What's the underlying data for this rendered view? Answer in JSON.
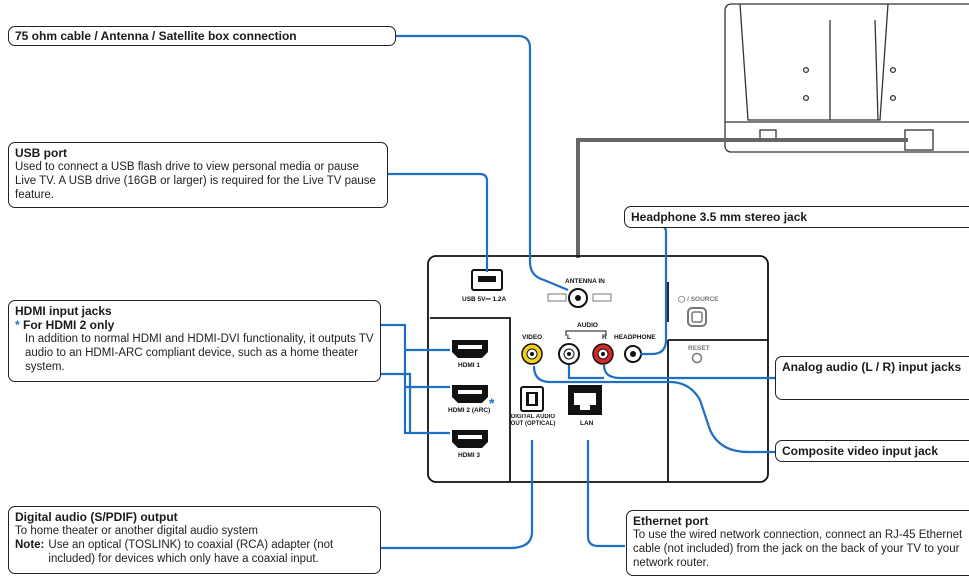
{
  "callouts": {
    "antenna": {
      "title": "75 ohm cable / Antenna / Satellite box connection"
    },
    "usb": {
      "title": "USB port",
      "body": "Used to connect a USB flash drive to view personal media or pause Live TV.  A USB drive (16GB or larger) is required for the Live TV pause feature."
    },
    "hdmi": {
      "title": "HDMI input jacks",
      "star": "*",
      "subtitle": "For HDMI 2 only",
      "body": "In addition to normal HDMI and HDMI-DVI functionality, it outputs TV audio to an HDMI-ARC compliant device, such as a home theater system."
    },
    "headphone": {
      "title": "Headphone 3.5 mm stereo jack"
    },
    "analog": {
      "title": "Analog audio (L / R) input jacks"
    },
    "composite": {
      "title": "Composite video input jack"
    },
    "digital": {
      "title": "Digital audio (S/PDIF) output",
      "body": "To home theater or another digital audio system",
      "note_label": "Note:",
      "note": "Use an optical (TOSLINK) to coaxial (RCA) adapter (not included) for devices which only have a coaxial input."
    },
    "ethernet": {
      "title": "Ethernet port",
      "body": "To use the wired network connection, connect an RJ-45 Ethernet cable (not included) from the jack on the back of your TV to your network router."
    }
  },
  "panel_labels": {
    "usb": "USB 5V⎓ 1.2A",
    "antenna": "ANTENNA IN",
    "source": "◯ / SOURCE",
    "reset": "RESET",
    "video": "VIDEO",
    "audio": "AUDIO",
    "audio_l": "L",
    "audio_r": "R",
    "headphone": "HEADPHONE",
    "hdmi1": "HDMI 1",
    "hdmi2": "HDMI 2 (ARC)",
    "hdmi3": "HDMI 3",
    "optical": "DIGITAL AUDIO OUT (OPTICAL)",
    "lan": "LAN",
    "hdmi_star": "*"
  },
  "colors": {
    "wire": "#1f6fc4",
    "tv_cable": "#666666",
    "line": "#222222"
  }
}
